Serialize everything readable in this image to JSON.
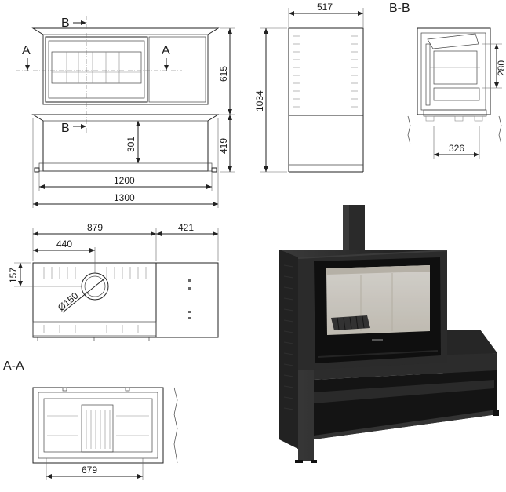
{
  "drawing": {
    "front_view": {
      "section_marker_b": "B",
      "section_marker_a": "A",
      "dim_top_height": "615",
      "dim_inner_height": "301",
      "dim_base_height": "419",
      "dim_inner_width": "1200",
      "dim_total_width": "1300"
    },
    "side_view": {
      "dim_depth": "517",
      "dim_total_height": "1034"
    },
    "section_bb": {
      "title": "B-B",
      "dim_height": "280",
      "dim_depth": "326"
    },
    "top_view": {
      "dim_width": "879",
      "dim_right": "421",
      "dim_flue_offset": "440",
      "dim_flue_depth": "157",
      "dim_flue_diameter": "Ø150"
    },
    "section_aa": {
      "title": "A-A",
      "dim_width": "679"
    }
  },
  "colors": {
    "stove_body": "#2b2b2b",
    "stove_frame": "#1f1f1f",
    "glass": "#111111",
    "firebox": "#e8e4dc",
    "line": "#222222"
  }
}
